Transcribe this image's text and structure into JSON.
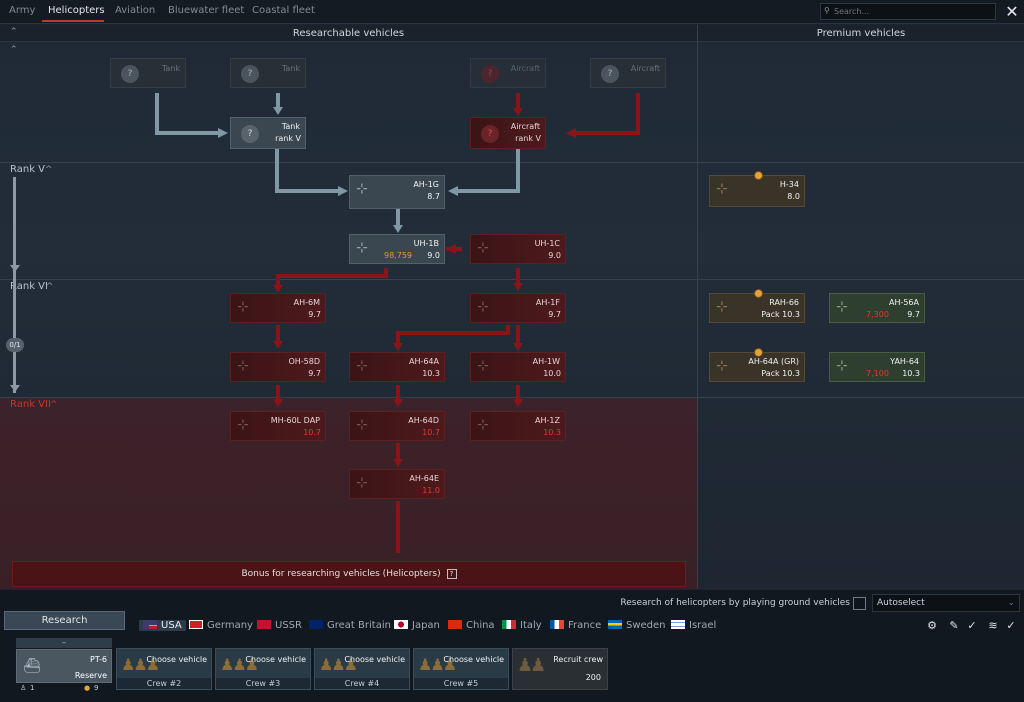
{
  "tabs": [
    "Army",
    "Helicopters",
    "Aviation",
    "Bluewater fleet",
    "Coastal fleet"
  ],
  "search_placeholder": "Search...",
  "tree_header": {
    "left": "Researchable vehicles",
    "right": "Premium vehicles"
  },
  "ranks": [
    "Rank V",
    "Rank VI",
    "Rank VII"
  ],
  "progress": "0/1",
  "ghost_cards": {
    "tank": "Tank",
    "aircraft": "Aircraft"
  },
  "req_cards": {
    "tank": {
      "line1": "Tank",
      "line2": "rank V"
    },
    "aircraft": {
      "line1": "Aircraft",
      "line2": "rank V"
    }
  },
  "vehicles": {
    "ah1g": {
      "name": "AH-1G",
      "br": "8.7"
    },
    "uh1b": {
      "name": "UH-1B",
      "br": "9.0",
      "cost": "98,759"
    },
    "uh1c": {
      "name": "UH-1C",
      "br": "9.0"
    },
    "ah6m": {
      "name": "AH-6M",
      "br": "9.7"
    },
    "ah1f": {
      "name": "AH-1F",
      "br": "9.7"
    },
    "oh58d": {
      "name": "OH-58D",
      "br": "9.7"
    },
    "ah64a": {
      "name": "AH-64A",
      "br": "10.3"
    },
    "ah1w": {
      "name": "AH-1W",
      "br": "10.0"
    },
    "mh60l": {
      "name": "MH-60L DAP",
      "br": "10.7"
    },
    "ah64d": {
      "name": "AH-64D",
      "br": "10.7"
    },
    "ah1z": {
      "name": "AH-1Z",
      "br": "10.3"
    },
    "ah64e": {
      "name": "AH-64E",
      "br": "11.0"
    }
  },
  "premium": {
    "h34": {
      "name": "H-34",
      "br": "8.0"
    },
    "rah66": {
      "name": "RAH-66",
      "br": "Pack 10.3"
    },
    "ah56a": {
      "name": "AH-56A",
      "br": "9.7",
      "cost": "7,300"
    },
    "ah64a_gr": {
      "name": "AH-64A (GR)",
      "br": "Pack 10.3"
    },
    "yah64": {
      "name": "YAH-64",
      "br": "10.3",
      "cost": "7,100"
    }
  },
  "bonus_text": "Bonus for researching vehicles (Helicopters)",
  "research_by_ground": "Research of helicopters by playing ground vehicles",
  "autoselect": "Autoselect",
  "research_button": "Research",
  "nations": [
    "USA",
    "Germany",
    "USSR",
    "Great Britain",
    "Japan",
    "China",
    "Italy",
    "France",
    "Sweden",
    "Israel"
  ],
  "slot1": {
    "tab": "–",
    "name": "PT-6",
    "state": "Reserve",
    "crew_no": "1",
    "level": "9"
  },
  "crew_slots": [
    {
      "label": "Choose vehicle",
      "num": "Crew #2"
    },
    {
      "label": "Choose vehicle",
      "num": "Crew #3"
    },
    {
      "label": "Choose vehicle",
      "num": "Crew #4"
    },
    {
      "label": "Choose vehicle",
      "num": "Crew #5"
    }
  ],
  "recruit": {
    "label": "Recruit crew",
    "cost": "200"
  },
  "colors": {
    "red_line": "#8a1418",
    "gray_line": "#7f98a3",
    "accent_red": "#c0392b"
  }
}
